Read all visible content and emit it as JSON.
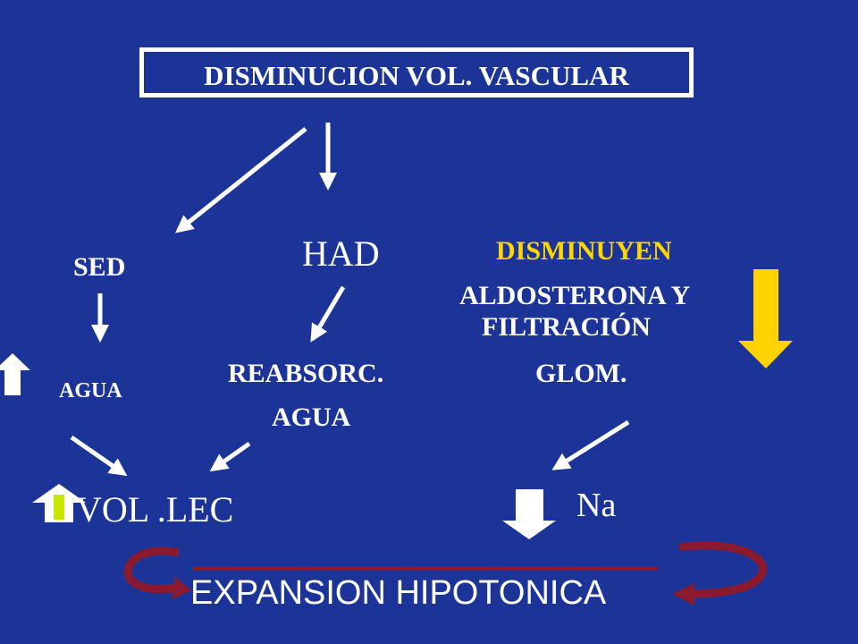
{
  "title": "DISMINUCION VOL. VASCULAR",
  "nodes": {
    "sed": "SED",
    "had": "HAD",
    "disminuyen": "DISMINUYEN",
    "aldosterona": "ALDOSTERONA Y",
    "filtracion": "FILTRACIÓN",
    "glom": "GLOM.",
    "agua": "AGUA",
    "reabsorc": "REABSORC.",
    "reabsorc_agua": "AGUA",
    "vol_lec": "VOL .LEC",
    "na": "Na",
    "expansion": "EXPANSION HIPOTONICA"
  },
  "colors": {
    "background": "#1c3497",
    "text": "#ffffff",
    "highlight": "#ffd700",
    "yellow_arrow": "#ffd200",
    "green_fill": "#c8e600",
    "cycle_arrow": "#8b1a2e"
  }
}
